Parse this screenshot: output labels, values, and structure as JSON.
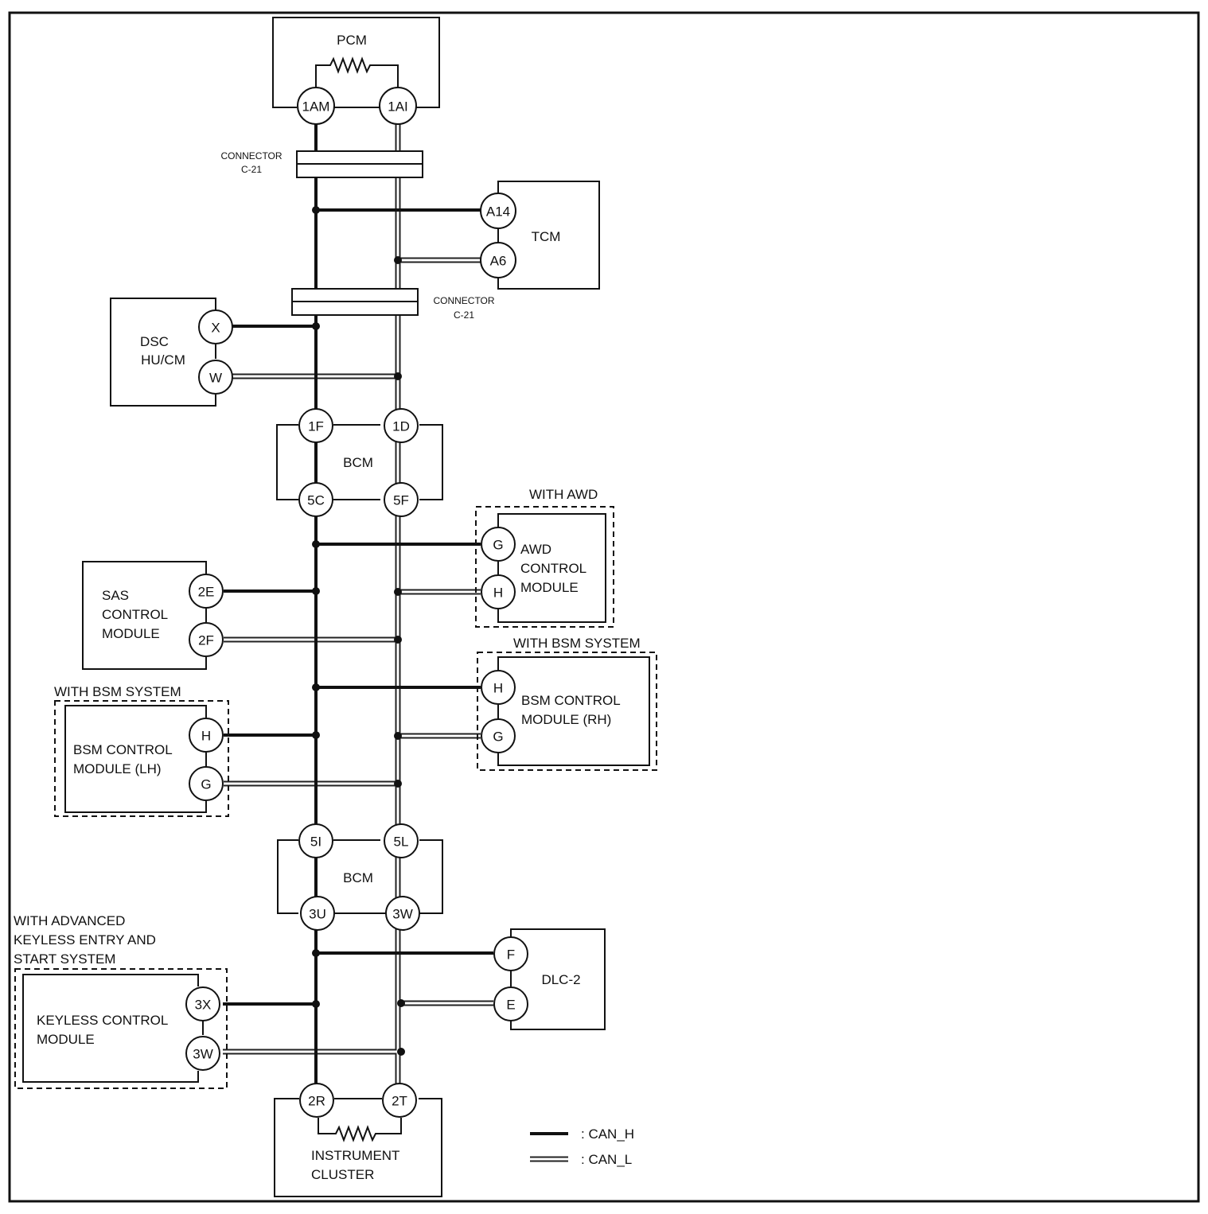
{
  "modules": {
    "pcm": "PCM",
    "tcm": "TCM",
    "dsc_line1": "DSC",
    "dsc_line2": "HU/CM",
    "bcm_top": "BCM",
    "bcm_bottom": "BCM",
    "awd_line1": "AWD",
    "awd_line2": "CONTROL",
    "awd_line3": "MODULE",
    "sas_line1": "SAS",
    "sas_line2": "CONTROL",
    "sas_line3": "MODULE",
    "bsm_rh_line1": "BSM CONTROL",
    "bsm_rh_line2": "MODULE (RH)",
    "bsm_lh_line1": "BSM CONTROL",
    "bsm_lh_line2": "MODULE (LH)",
    "dlc": "DLC-2",
    "keyless_line1": "KEYLESS CONTROL",
    "keyless_line2": "MODULE",
    "ic_line1": "INSTRUMENT",
    "ic_line2": "CLUSTER"
  },
  "connectors": {
    "c21_upper_line1": "CONNECTOR",
    "c21_upper_line2": "C-21",
    "c21_lower_line1": "CONNECTOR",
    "c21_lower_line2": "C-21"
  },
  "options": {
    "with_awd": "WITH AWD",
    "with_bsm_rh": "WITH BSM SYSTEM",
    "with_bsm_lh": "WITH BSM SYSTEM",
    "with_keyless_line1": "WITH ADVANCED",
    "with_keyless_line2": "KEYLESS ENTRY  AND",
    "with_keyless_line3": "START SYSTEM"
  },
  "pins": {
    "pcm_h": "1AM",
    "pcm_l": "1AI",
    "tcm_h": "A14",
    "tcm_l": "A6",
    "dsc_h": "X",
    "dsc_l": "W",
    "bcm1_in_h": "1F",
    "bcm1_in_l": "1D",
    "bcm1_out_h": "5C",
    "bcm1_out_l": "5F",
    "awd_h": "G",
    "awd_l": "H",
    "sas_h": "2E",
    "sas_l": "2F",
    "bsm_rh_h": "H",
    "bsm_rh_l": "G",
    "bsm_lh_h": "H",
    "bsm_lh_l": "G",
    "bcm2_in_h": "5I",
    "bcm2_in_l": "5L",
    "bcm2_out_h": "3U",
    "bcm2_out_l": "3W",
    "dlc_h": "F",
    "dlc_l": "E",
    "key_h": "3X",
    "key_l": "3W",
    "ic_h": "2R",
    "ic_l": "2T"
  },
  "legend": {
    "can_h": ":  CAN_H",
    "can_l": ":  CAN_L"
  }
}
